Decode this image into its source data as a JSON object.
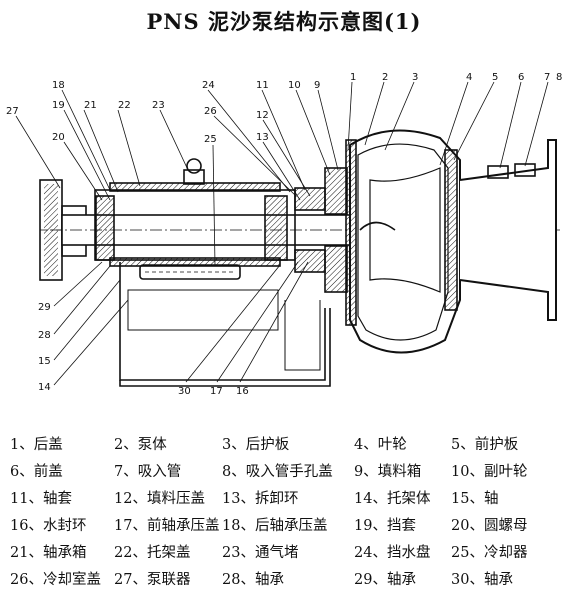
{
  "title": "PNS 泥沙泵结构示意图(1)",
  "callouts": [
    "18",
    "19",
    "21",
    "22",
    "23",
    "24",
    "11",
    "10",
    "9",
    "1",
    "2",
    "3",
    "4",
    "5",
    "6",
    "7",
    "8",
    "26",
    "12",
    "25",
    "13",
    "27",
    "20",
    "29",
    "28",
    "15",
    "14",
    "30",
    "17",
    "16"
  ],
  "legend": [
    [
      "1、后盖",
      "2、泵体",
      "3、后护板",
      "4、叶轮",
      "5、前护板"
    ],
    [
      "6、前盖",
      "7、吸入管",
      "8、吸入管手孔盖",
      "9、填料箱",
      "10、副叶轮"
    ],
    [
      "11、轴套",
      "12、填料压盖",
      "13、拆卸环",
      "14、托架体",
      "15、轴"
    ],
    [
      "16、水封环",
      "17、前轴承压盖",
      "18、后轴承压盖",
      "19、挡套",
      "20、圆螺母"
    ],
    [
      "21、轴承箱",
      "22、托架盖",
      "23、通气堵",
      "24、挡水盘",
      "25、冷却器"
    ],
    [
      "26、冷却室盖",
      "27、泵联器",
      "28、轴承",
      "29、轴承",
      "30、轴承"
    ]
  ]
}
